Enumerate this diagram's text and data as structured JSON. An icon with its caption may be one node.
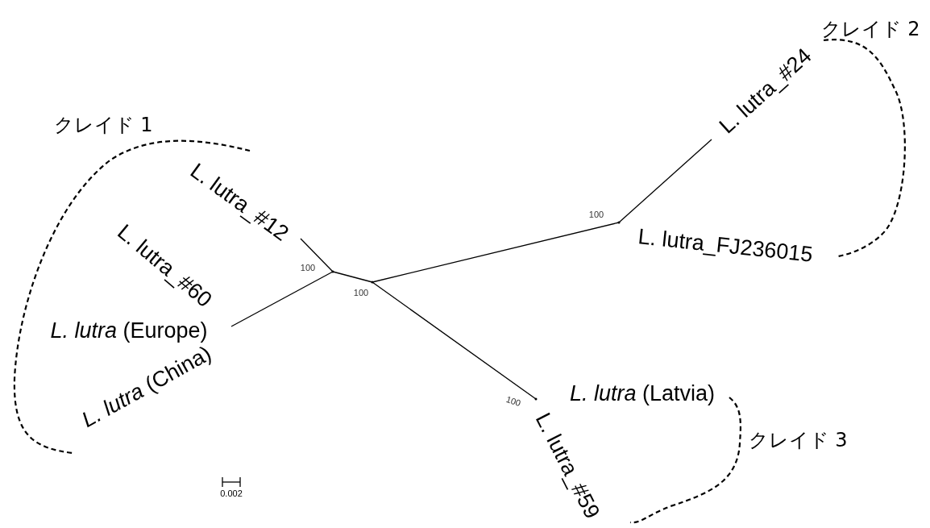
{
  "diagram": {
    "nodes": [
      {
        "text": [
          "L. lutra_#24"
        ]
      },
      {
        "text": [
          "L. lutra_#12"
        ]
      },
      {
        "text": [],
        "shape": "point",
        "beside": [
          "100"
        ]
      },
      {
        "text": [],
        "shape": "point",
        "beside": [
          "100"
        ]
      },
      {
        "text": [],
        "shape": "point",
        "beside": [
          "100"
        ]
      },
      {
        "text": [
          "*L. lutra* (Europe)"
        ]
      },
      {
        "text": [],
        "shape": "point",
        "beside": [
          "100"
        ]
      }
    ],
    "edges": [
      {
        "from": 1,
        "to": 3,
        "arrow": "none"
      },
      {
        "from": 5,
        "to": 3,
        "arrow": "none"
      },
      {
        "from": 3,
        "to": 4,
        "arrow": "none"
      },
      {
        "from": 4,
        "to": 2,
        "arrow": "none"
      },
      {
        "from": 2,
        "to": 0,
        "arrow": "none"
      },
      {
        "from": 4,
        "to": 6,
        "arrow": "none"
      }
    ],
    "labels": [
      "クレイド 2",
      "クレイド 1",
      "L. lutra_FJ236015",
      "L. lutra_#60",
      "*L. lutra* (China)",
      "*L. lutra* (Latvia)",
      "クレイド 3",
      "L. lutra_#59",
      "0.002"
    ]
  }
}
